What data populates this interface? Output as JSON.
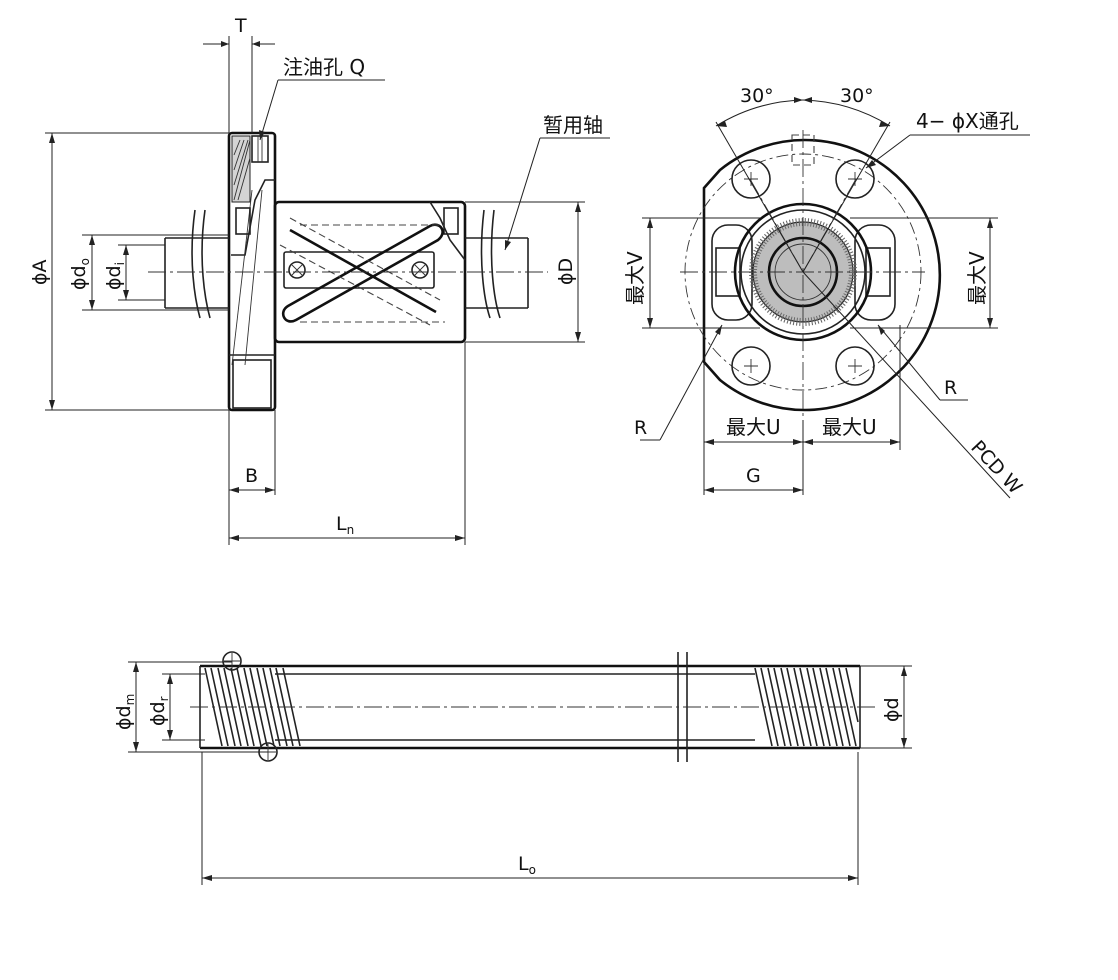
{
  "labels": {
    "T": "T",
    "oil_hole": "注油孔 Q",
    "temp_shaft": "暂用轴",
    "phiA": "ϕA",
    "phido": "ϕd",
    "phido_sub": "o",
    "phidi": "ϕd",
    "phidi_sub": "i",
    "phiD": "ϕD",
    "B": "B",
    "Ln": "L",
    "Ln_sub": "n",
    "angle_left": "30°",
    "angle_right": "30°",
    "through_hole": "4− ϕX通孔",
    "maxV_left": "最大V",
    "maxV_right": "最大V",
    "R_left": "R",
    "R_right": "R",
    "maxU_left": "最大U",
    "maxU_right": "最大U",
    "G": "G",
    "PCDW": "PCD W",
    "phidm": "ϕd",
    "phidm_sub": "m",
    "phidr": "ϕd",
    "phidr_sub": "r",
    "phid": "ϕd",
    "Lo": "L",
    "Lo_sub": "o"
  },
  "colors": {
    "line": "#222222",
    "hatch_fill": "#cfcfcf"
  }
}
